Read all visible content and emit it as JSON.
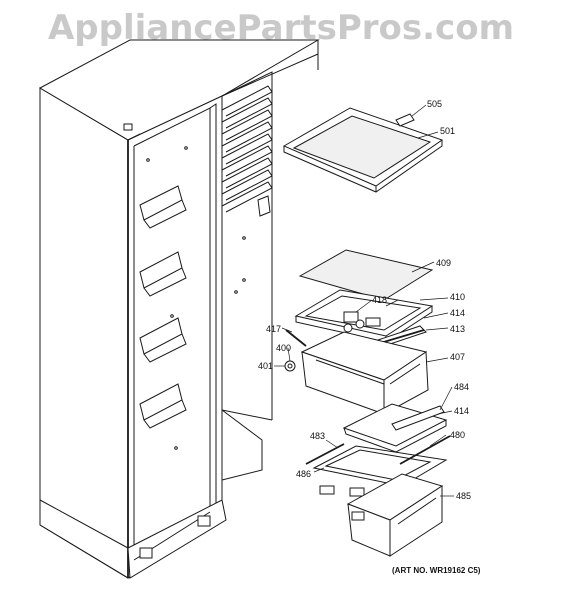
{
  "watermark": "AppliancePartsPros.com",
  "art_number": "(ART NO. WR19162 C5)",
  "callouts": {
    "p505": "505",
    "p501": "501",
    "p409": "409",
    "p410": "410",
    "p418": "418",
    "p414a": "414",
    "p417": "417",
    "p413": "413",
    "p400": "400",
    "p401": "401",
    "p407": "407",
    "p484": "484",
    "p414b": "414",
    "p483": "483",
    "p480": "480",
    "p486": "486",
    "p485": "485"
  }
}
